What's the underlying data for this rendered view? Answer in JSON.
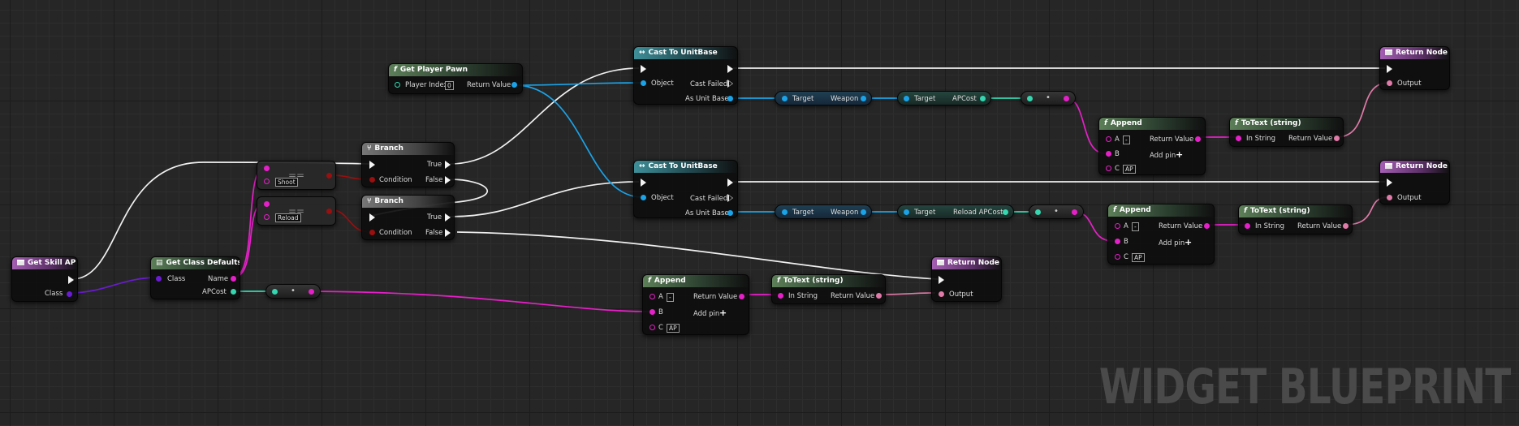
{
  "canvas": {
    "watermark": "WIDGET BLUEPRINT",
    "colors": {
      "exec": "#f4f4f4",
      "object": "#1aa3e8",
      "float": "#35d6b0",
      "string": "#e620c8",
      "text": "#e07aa8",
      "bool": "#9a0f0f",
      "class": "#6a1cd1"
    }
  },
  "nodes": {
    "get_skill_ap": {
      "title": "Get Skill AP",
      "class_label": "Class"
    },
    "get_class_defaults": {
      "title": "Get Class Defaults",
      "class_label": "Class",
      "name_label": "Name",
      "apcost_label": "APCost"
    },
    "eq_shoot": {
      "op": "==",
      "value": "Shoot"
    },
    "eq_reload": {
      "op": "==",
      "value": "Reload"
    },
    "branch_1": {
      "title": "Branch",
      "condition": "Condition",
      "true": "True",
      "false": "False"
    },
    "branch_2": {
      "title": "Branch",
      "condition": "Condition",
      "true": "True",
      "false": "False"
    },
    "get_player_pawn": {
      "title": "Get Player Pawn",
      "player_index": "Player Index",
      "player_index_value": "0",
      "return_value": "Return Value"
    },
    "cast_1": {
      "title": "Cast To UnitBase",
      "object": "Object",
      "cast_failed": "Cast Failed",
      "as_unit_base": "As Unit Base"
    },
    "cast_2": {
      "title": "Cast To UnitBase",
      "object": "Object",
      "cast_failed": "Cast Failed",
      "as_unit_base": "As Unit Base"
    },
    "weapon_1": {
      "target": "Target",
      "output": "Weapon"
    },
    "apcost_1": {
      "target": "Target",
      "output": "APCost"
    },
    "weapon_2": {
      "target": "Target",
      "output": "Weapon"
    },
    "reload_apcost": {
      "target": "Target",
      "output": "Reload APCost"
    },
    "conv_1": {
      "dot": "•"
    },
    "conv_2": {
      "dot": "•"
    },
    "conv_3": {
      "dot": "•"
    },
    "append_1": {
      "title": "Append",
      "a": "A",
      "a_value": "-",
      "b": "B",
      "c": "C",
      "c_value": "AP",
      "return_value": "Return Value",
      "add_pin": "Add pin"
    },
    "append_2": {
      "title": "Append",
      "a": "A",
      "a_value": "-",
      "b": "B",
      "c": "C",
      "c_value": "AP",
      "return_value": "Return Value",
      "add_pin": "Add pin"
    },
    "append_3": {
      "title": "Append",
      "a": "A",
      "a_value": "-",
      "b": "B",
      "c": "C",
      "c_value": "AP",
      "return_value": "Return Value",
      "add_pin": "Add pin"
    },
    "totext_1": {
      "title": "ToText (string)",
      "in_string": "In String",
      "return_value": "Return Value"
    },
    "totext_2": {
      "title": "ToText (string)",
      "in_string": "In String",
      "return_value": "Return Value"
    },
    "totext_3": {
      "title": "ToText (string)",
      "in_string": "In String",
      "return_value": "Return Value"
    },
    "return_1": {
      "title": "Return Node",
      "output": "Output"
    },
    "return_2": {
      "title": "Return Node",
      "output": "Output"
    },
    "return_3": {
      "title": "Return Node",
      "output": "Output"
    }
  }
}
